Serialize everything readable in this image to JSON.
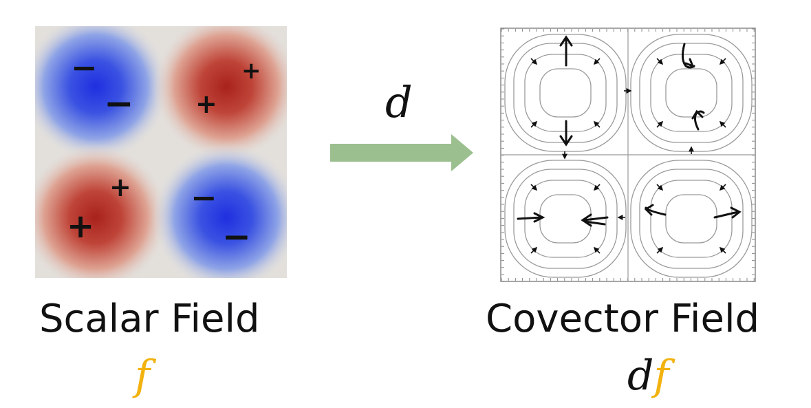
{
  "scalar": {
    "caption": "Scalar Field",
    "symbol": "f",
    "marks": [
      "−",
      "−",
      "+",
      "+",
      "+",
      "+",
      "−",
      "−"
    ]
  },
  "operator": {
    "symbol": "d"
  },
  "covector": {
    "caption": "Covector Field",
    "symbol_d": "d",
    "symbol_f": "f"
  },
  "colors": {
    "positive": "#b2302a",
    "negative": "#2333d8",
    "neutral": "#e3e0dc",
    "arrow": "#9cbf8f",
    "accent": "#f2b20f",
    "ink": "#111111",
    "contour": "#9a9a9a"
  }
}
